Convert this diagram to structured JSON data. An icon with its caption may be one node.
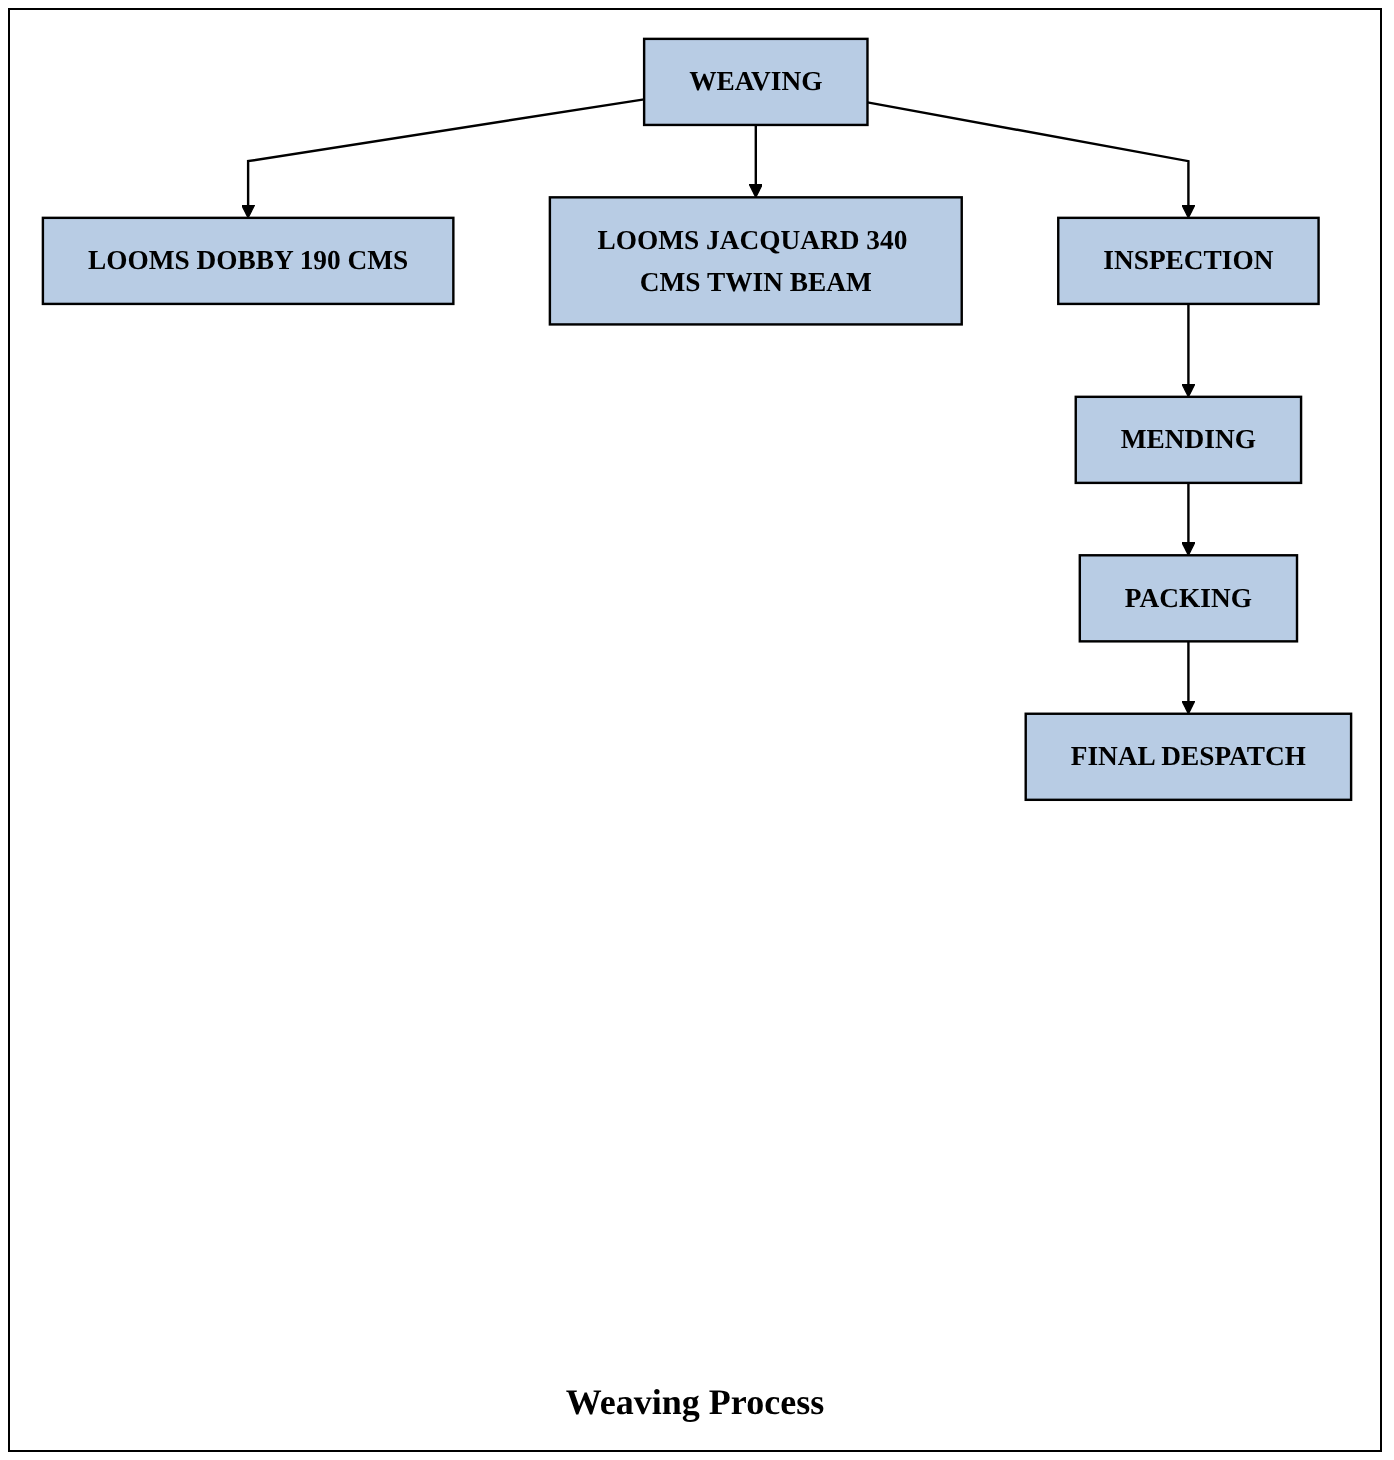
{
  "diagram": {
    "caption": "Weaving Process",
    "nodes": [
      {
        "text": [
          "WEAVING"
        ]
      },
      {
        "text": [
          "LOOMS DOBBY 190 CMS"
        ]
      },
      {
        "text": [
          "LOOMS JACQUARD 340 CMS TWIN BEAM"
        ]
      },
      {
        "text": [
          "INSPECTION"
        ]
      },
      {
        "text": [
          "MENDING"
        ]
      },
      {
        "text": [
          "PACKING"
        ]
      },
      {
        "text": [
          "FINAL DESPATCH"
        ]
      }
    ],
    "edges": [
      {
        "from": 0,
        "to": 1,
        "arrow": "to"
      },
      {
        "from": 0,
        "to": 3,
        "arrow": "to"
      },
      {
        "from": 0,
        "to": 2,
        "arrow": "to"
      },
      {
        "from": 3,
        "to": 4,
        "arrow": "to"
      },
      {
        "from": 4,
        "to": 5,
        "arrow": "to"
      },
      {
        "from": 5,
        "to": 6,
        "arrow": "to"
      }
    ]
  }
}
